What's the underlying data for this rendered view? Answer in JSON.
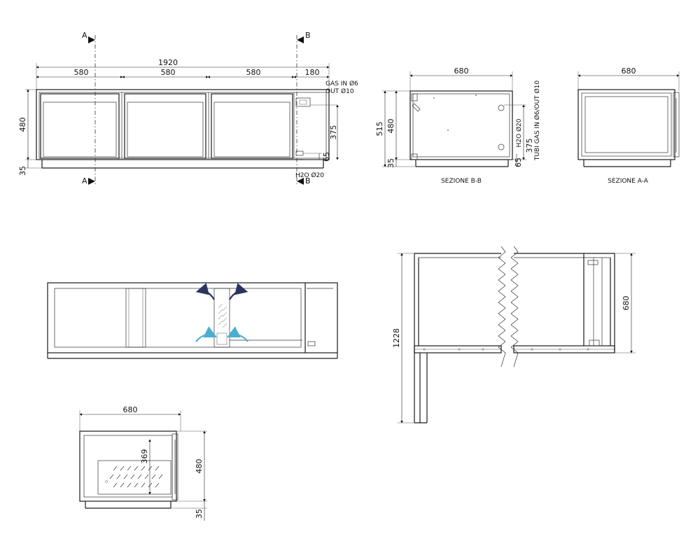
{
  "front_view": {
    "total_width": "1920",
    "module_1": "580",
    "module_2": "580",
    "module_3": "580",
    "end_module": "180",
    "height": "480",
    "base": "35",
    "gas_in": "GAS IN Ø6",
    "gas_out": "OUT Ø10",
    "water": "H2O Ø20",
    "dim_375": "375",
    "dim_65": "65",
    "section_a": "A",
    "section_b": "B"
  },
  "section_bb": {
    "width": "680",
    "total_height": "515",
    "height": "480",
    "base": "35",
    "h2o": "H2O Ø20",
    "dim_375": "375",
    "tubi": "TUBI GAS IN Ø6/OUT Ø10",
    "dim_65": "65",
    "caption": "SEZIONE B-B"
  },
  "section_aa": {
    "width": "680",
    "caption": "SEZIONE A-A"
  },
  "side_view": {
    "length": "1228",
    "depth": "680"
  },
  "small_section": {
    "width": "680",
    "inner": "369",
    "height": "480",
    "base": "35"
  },
  "colors": {
    "airflow": "#4aaed0",
    "airflow_dark": "#2c3560"
  }
}
